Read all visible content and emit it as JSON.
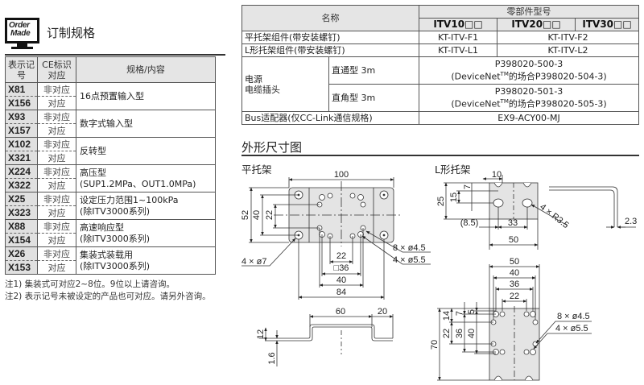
{
  "order_made": {
    "logo_line1": "Order",
    "logo_line2": "Made",
    "title": "订制规格",
    "headers": {
      "code": "表示记号",
      "ce": "CE标识对应",
      "spec": "规格/内容"
    },
    "rows": [
      {
        "code_a": "X81",
        "ce_a": "非对应",
        "code_b": "X156",
        "ce_b": "对应",
        "spec_1": "16点预置输入型",
        "spec_2": ""
      },
      {
        "code_a": "X93",
        "ce_a": "非对应",
        "code_b": "X157",
        "ce_b": "对应",
        "spec_1": "数字式输入型",
        "spec_2": ""
      },
      {
        "code_a": "X102",
        "ce_a": "非对应",
        "code_b": "X321",
        "ce_b": "对应",
        "spec_1": "反转型",
        "spec_2": ""
      },
      {
        "code_a": "X224",
        "ce_a": "非对应",
        "code_b": "X322",
        "ce_b": "对应",
        "spec_1": "高压型",
        "spec_2": "(SUP1.2MPa、OUT1.0MPa)"
      },
      {
        "code_a": "X25",
        "ce_a": "非对应",
        "code_b": "X323",
        "ce_b": "对应",
        "spec_1": "设定压力范围1~100kPa",
        "spec_2": "(除ITV3000系列)"
      },
      {
        "code_a": "X88",
        "ce_a": "非对应",
        "code_b": "X154",
        "ce_b": "对应",
        "spec_1": "高速响应型",
        "spec_2": "(除ITV3000系列)"
      },
      {
        "code_a": "X26",
        "ce_a": "非对应",
        "code_b": "X153",
        "ce_b": "对应",
        "spec_1": "集装式装载用",
        "spec_2": "(除ITV3000系列)"
      }
    ],
    "notes": [
      "注1) 集装式可对应2~8位。9位以上请咨询。",
      "注2) 表示记号未被设定的产品也可对应。请另外咨询。"
    ]
  },
  "parts_table": {
    "header_name": "名称",
    "header_part_no": "零部件型号",
    "models": [
      "ITV10□□",
      "ITV20□□",
      "ITV30□□"
    ],
    "rows": {
      "flat_bracket": {
        "name": "平托架组件(带安装螺钉)",
        "itv10": "KT-ITV-F1",
        "itv20_30": "KT-ITV-F2"
      },
      "l_bracket": {
        "name": "L形托架组件(带安装螺钉)",
        "itv10": "KT-ITV-L1",
        "itv20_30": "KT-ITV-L2"
      },
      "cable": {
        "name_1": "电源",
        "name_2": "电缆插头",
        "straight": {
          "type": "直通型 3m",
          "part": "P398020-500-3",
          "alt_prefix": "(DeviceNet",
          "tm": "TM",
          "alt_suffix": "的场合P398020-504-3)"
        },
        "right_angle": {
          "type": "直角型 3m",
          "part": "P398020-501-3",
          "alt_prefix": "(DeviceNet",
          "tm": "TM",
          "alt_suffix": "的场合P398020-505-3)"
        }
      },
      "bus_adapter": {
        "name": "Bus适配器(仅CC-Link通信规格)",
        "part": "EX9-ACY00-MJ"
      }
    }
  },
  "dimensions": {
    "title": "外形尺寸图",
    "flat": {
      "title": "平托架",
      "dims": {
        "width": "100",
        "h52": "52",
        "h40": "40",
        "h22": "22",
        "w22": "22",
        "sq36": "□36",
        "w40": "40",
        "w84": "84",
        "holes_a": "4 × ø7",
        "holes_b": "8 × ø4.5",
        "holes_c": "4 × ø5.5"
      },
      "side": {
        "w60": "60",
        "w20": "20",
        "h12": "12",
        "t16": "1.6"
      }
    },
    "l_shape": {
      "title": "L形托架",
      "dims": {
        "w10": "10",
        "h7": "7",
        "h15": "15",
        "h25": "25",
        "w85": "(8.5)",
        "w33": "33",
        "w50": "50",
        "radius": "4 × R3.5",
        "t23": "2.3"
      },
      "front": {
        "w50": "50",
        "w40": "40",
        "w36": "36",
        "w22": "22",
        "h14": "14",
        "h7": "7",
        "h5": "5",
        "h22": "22",
        "h36": "36",
        "h40": "40",
        "h70": "70",
        "holes_b": "8 × ø4.5",
        "holes_c": "4 × ø5.5"
      }
    }
  }
}
